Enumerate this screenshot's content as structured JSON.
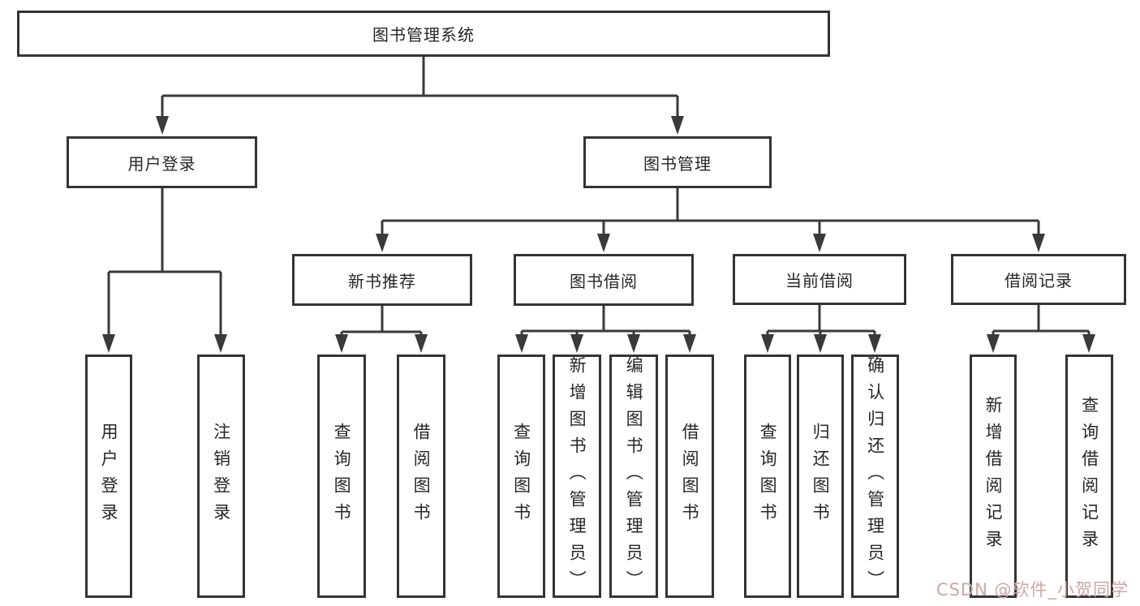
{
  "diagram": {
    "root": {
      "label": "图书管理系统"
    },
    "branches": [
      {
        "label": "用户登录",
        "children": [
          {
            "label": "用户登录"
          },
          {
            "label": "注销登录"
          }
        ]
      },
      {
        "label": "图书管理",
        "children": [
          {
            "label": "新书推荐",
            "children": [
              {
                "label": "查询图书"
              },
              {
                "label": "借阅图书"
              }
            ]
          },
          {
            "label": "图书借阅",
            "children": [
              {
                "label": "查询图书"
              },
              {
                "label": "新增图书（管理员）"
              },
              {
                "label": "编辑图书（管理员）"
              },
              {
                "label": "借阅图书"
              }
            ]
          },
          {
            "label": "当前借阅",
            "children": [
              {
                "label": "查询图书"
              },
              {
                "label": "归还图书"
              },
              {
                "label": "确认归还（管理员）"
              }
            ]
          },
          {
            "label": "借阅记录",
            "children": [
              {
                "label": "新增借阅记录"
              },
              {
                "label": "查询借阅记录"
              }
            ]
          }
        ]
      }
    ]
  },
  "watermark": {
    "text": "CSDN @软件_小贺同学"
  },
  "colors": {
    "line": "#3a3a3a",
    "box_border": "#343434",
    "text": "#262626",
    "watermark": "#cfa6a3",
    "background": "#ffffff"
  }
}
